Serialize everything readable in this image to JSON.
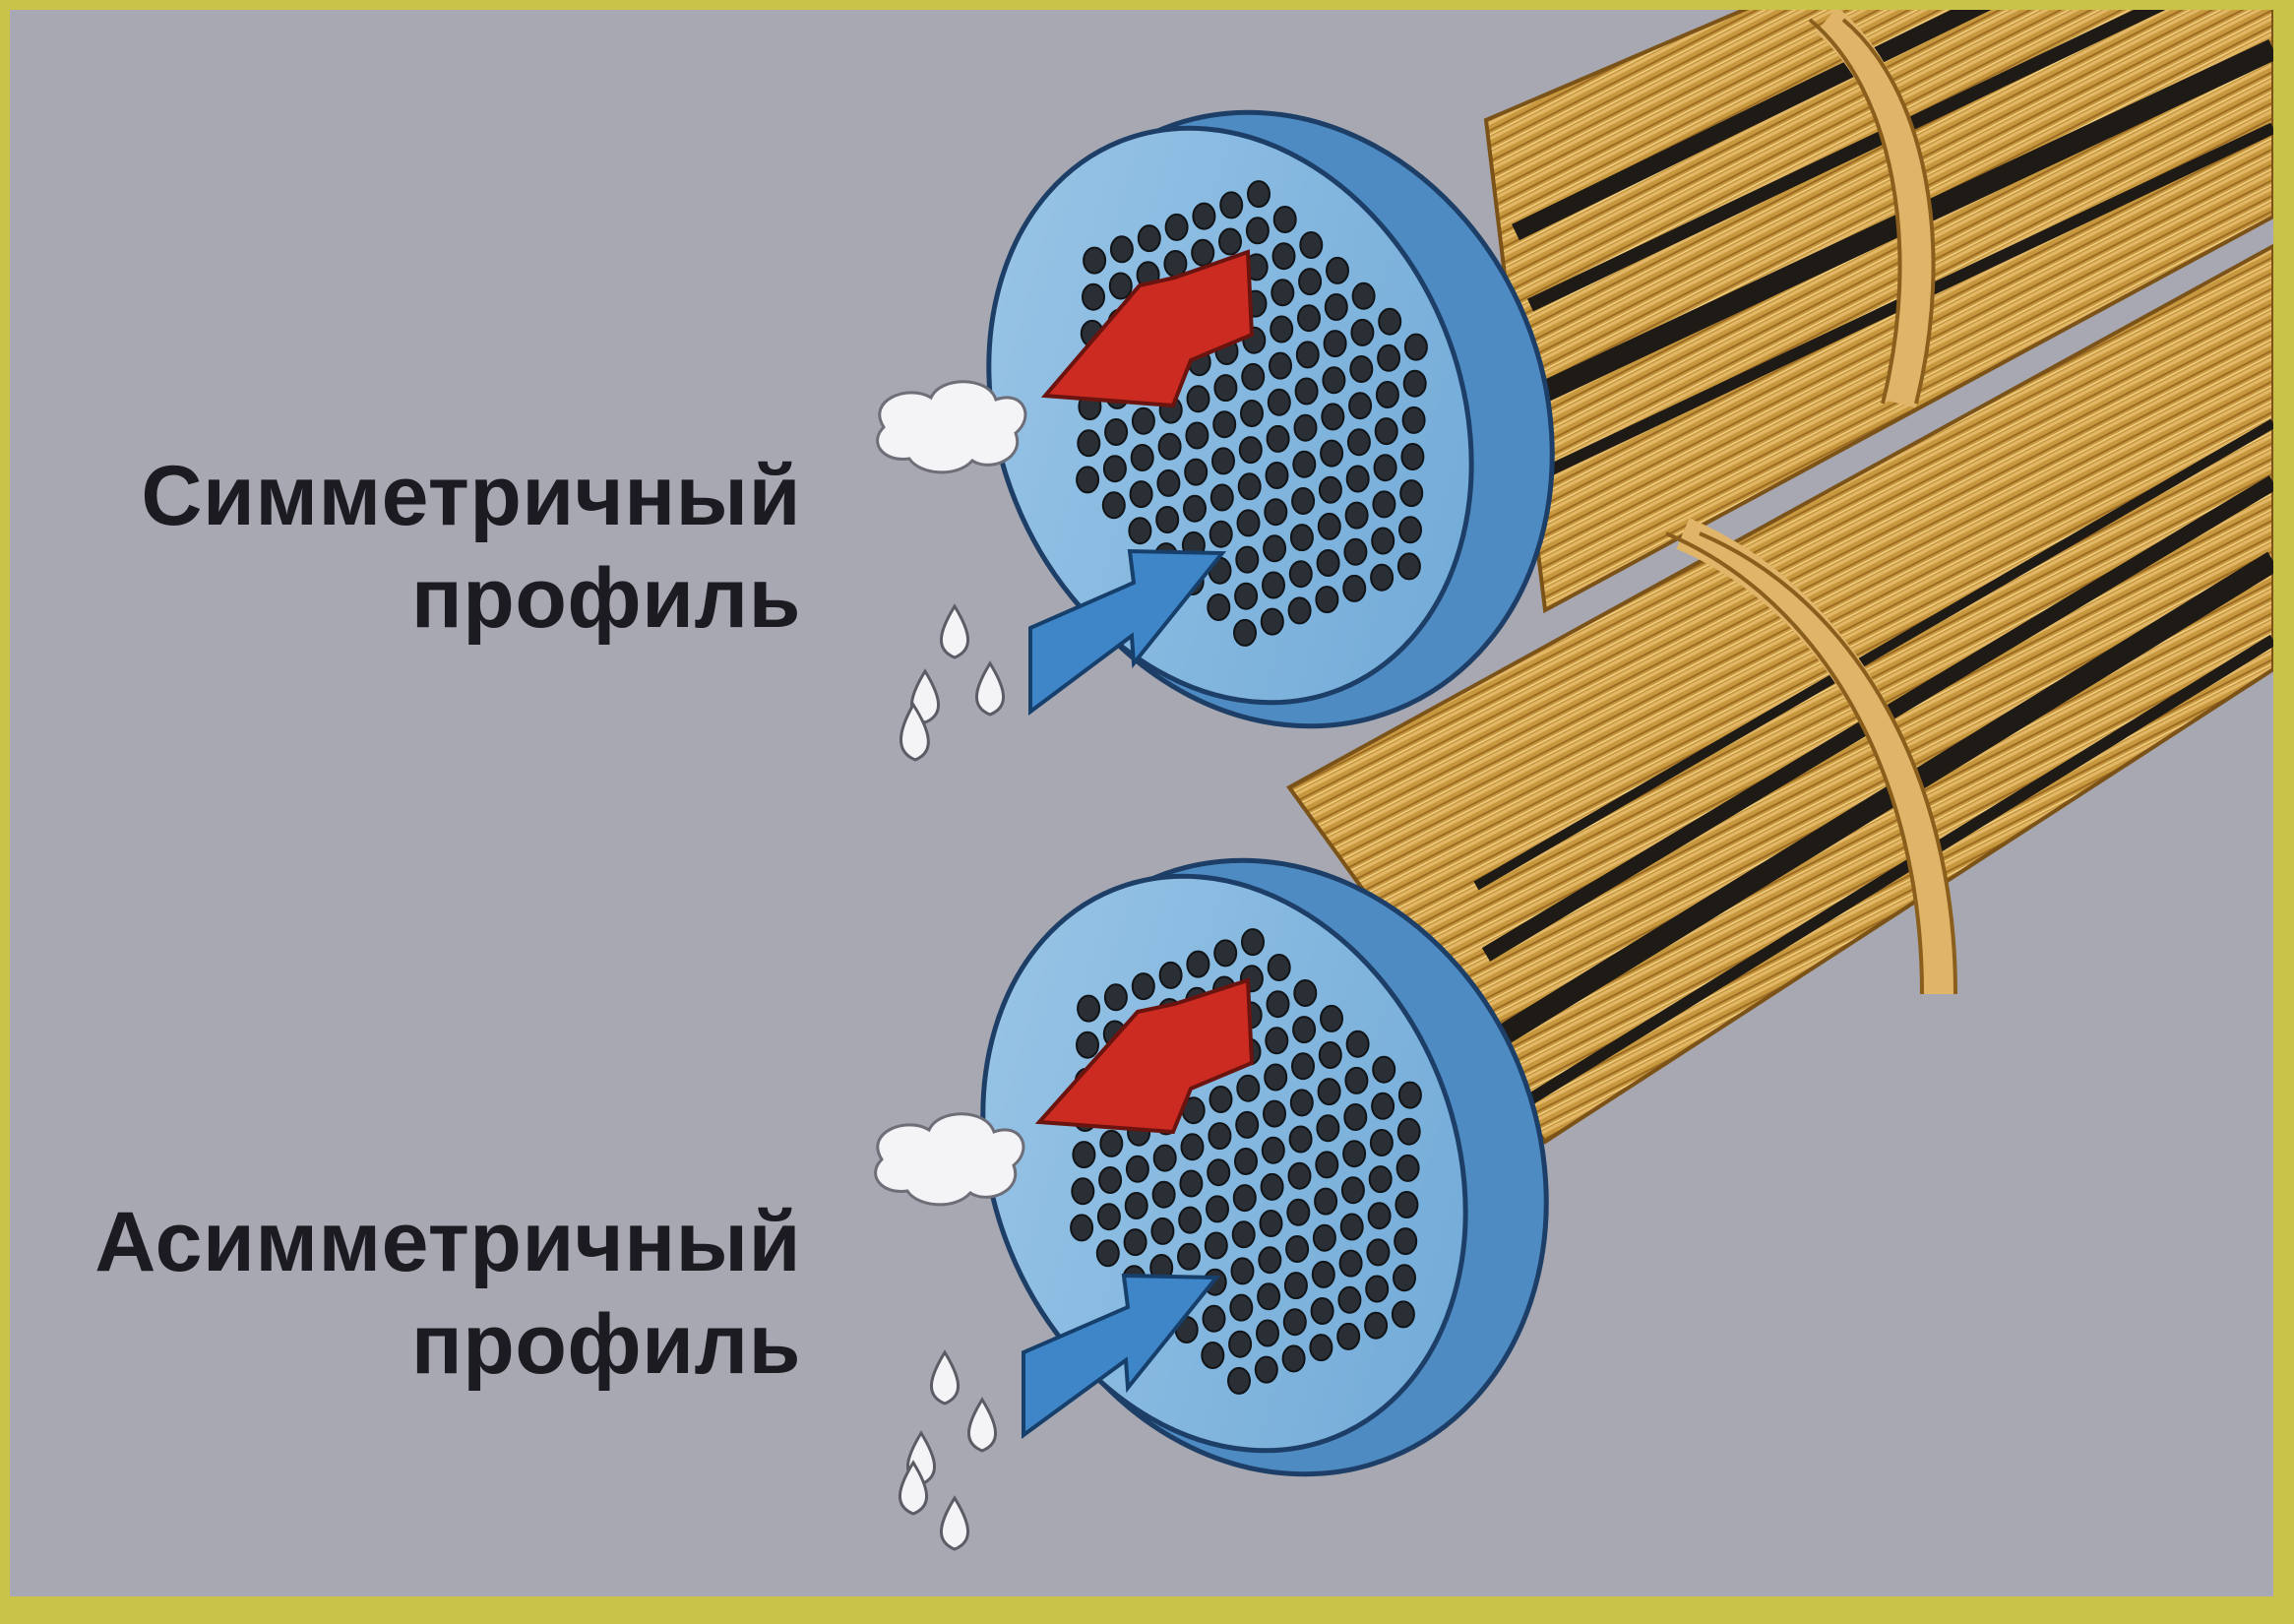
{
  "labels": {
    "symmetric": {
      "line1": "Симметричный",
      "line2": "профиль"
    },
    "asymmetric": {
      "line1": "Асимметричный",
      "line2": "профиль"
    }
  },
  "colors": {
    "background": "#a7a8b1",
    "frame": "#c9c34a",
    "bundle": "#c8983f",
    "bundle_dark": "#8a5e1c",
    "band": "#d7ac5d",
    "plate": "#86b7dd",
    "plate_rim": "#4e8bc3",
    "tube_hole": "#2a2f35",
    "outflow_arrow": "#cc2b22",
    "inflow_arrow": "#3f86c9",
    "steam": "#f4f4f6",
    "droplets": "#f4f4f6"
  },
  "icons": {
    "outflow": "red-arrow-out-icon",
    "inflow": "blue-arrow-in-icon",
    "steam": "steam-cloud-icon",
    "droplets": "water-droplet-icon"
  }
}
